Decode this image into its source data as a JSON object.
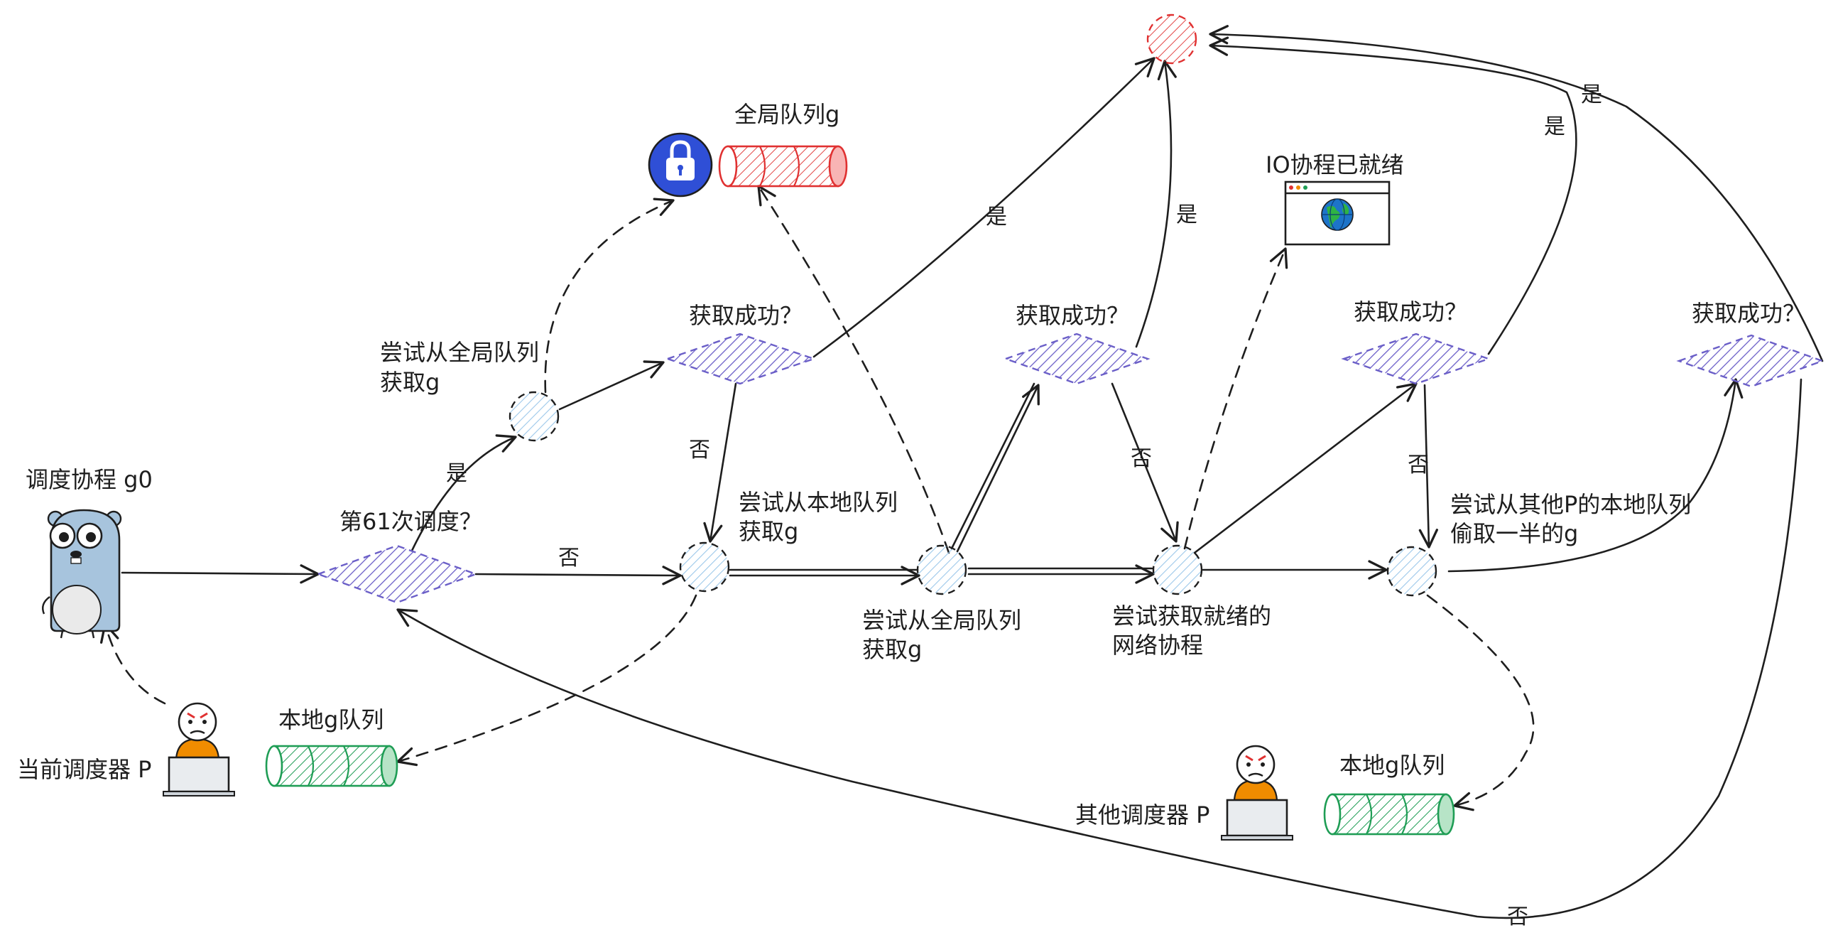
{
  "colors": {
    "ink": "#1e1e1e",
    "decision_hatch": "#6b5fc8",
    "step_hatch": "#9cc8ea",
    "local_queue": "#1f9d55",
    "global_queue": "#e03131",
    "target_node": "#e03131",
    "lock_badge": "#2f4fd6",
    "gopher": "#a7c4dd",
    "scheduler_head": "#f08c00"
  },
  "icons": {
    "gopher": "gopher-icon",
    "lock": "lock-icon",
    "globe": "globe-icon",
    "scheduler": "angry-user-at-laptop-icon"
  },
  "labels": {
    "g0": "调度协程 g0",
    "current_p": "当前调度器 P",
    "local_queue_current": "本地g队列",
    "decision_61": "第61次调度？",
    "global_queue": "全局队列g",
    "try_global_1": [
      "尝试从全局队列",
      "获取g"
    ],
    "success_1": "获取成功？",
    "try_local": [
      "尝试从本地队列",
      "获取g"
    ],
    "success_2": "获取成功？",
    "try_global_2": [
      "尝试从全局队列",
      "获取g"
    ],
    "io_ready": "IO协程已就绪",
    "try_netpoll": [
      "尝试获取就绪的",
      "网络协程"
    ],
    "success_3": "获取成功？",
    "try_steal": [
      "尝试从其他P的本地队列",
      "偷取一半的g"
    ],
    "success_4": "获取成功？",
    "other_p": "其他调度器 P",
    "local_queue_other": "本地g队列"
  },
  "edge_labels": {
    "yes_61": "是",
    "no_61": "否",
    "yes_s1": "是",
    "no_s1": "否",
    "yes_s2": "是",
    "no_s2": "否",
    "yes_s3": "是",
    "no_s3": "否",
    "yes_s4": "是",
    "no_s4": "否"
  }
}
